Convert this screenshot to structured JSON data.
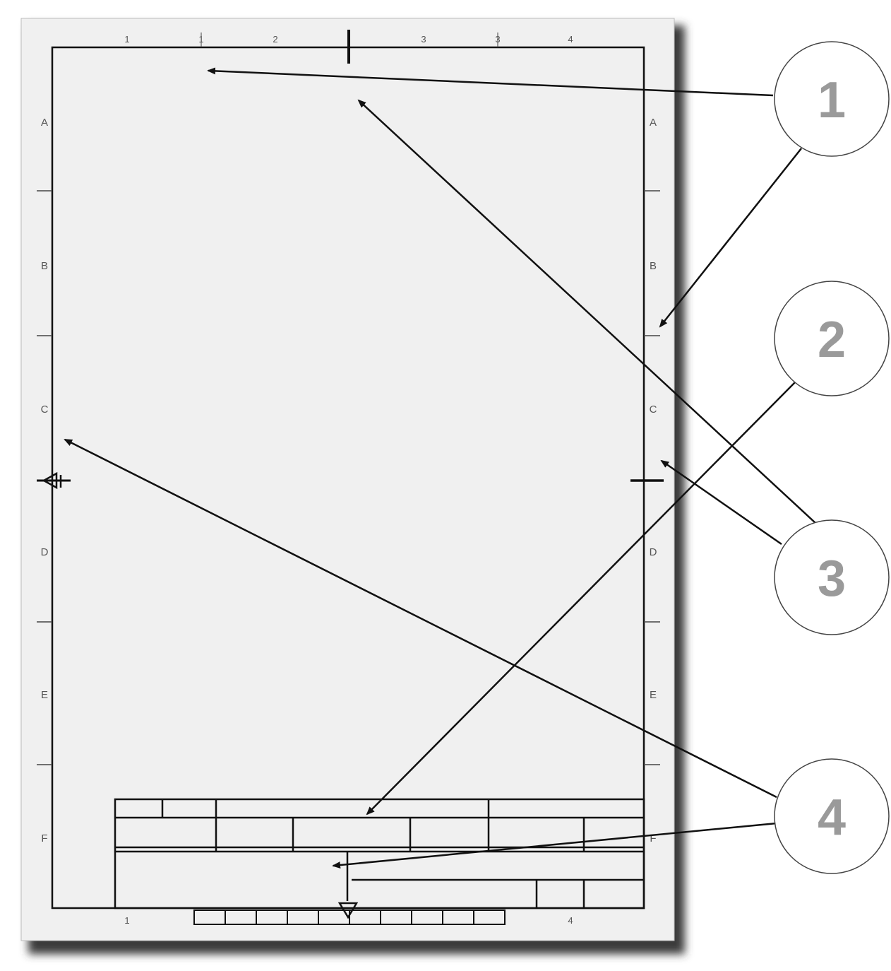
{
  "sheet": {
    "top_numbers": [
      "1",
      "1",
      "2",
      "3",
      "3",
      "4"
    ],
    "bottom_numbers": [
      "1",
      "4"
    ],
    "left_letters": [
      "A",
      "B",
      "C",
      "D",
      "E",
      "F"
    ],
    "right_letters": [
      "A",
      "B",
      "C",
      "D",
      "E",
      "F"
    ]
  },
  "callouts": [
    {
      "label": "1"
    },
    {
      "label": "2"
    },
    {
      "label": "3"
    },
    {
      "label": "4"
    }
  ],
  "colors": {
    "sheet_fill": "#f0f0f0",
    "line": "#111111",
    "callout_text": "#9a9a9a",
    "shadow": "#3a3a3a"
  }
}
